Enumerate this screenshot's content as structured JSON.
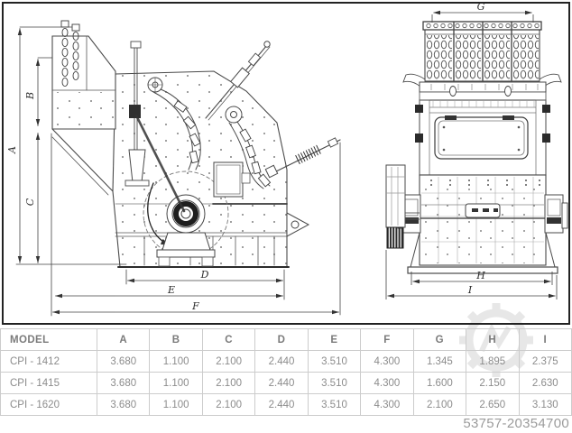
{
  "drawing": {
    "dims": {
      "A": "A",
      "B": "B",
      "C": "C",
      "D": "D",
      "E": "E",
      "F": "F",
      "G": "G",
      "H": "H",
      "I": "I"
    }
  },
  "table": {
    "columns": [
      "MODEL",
      "A",
      "B",
      "C",
      "D",
      "E",
      "F",
      "G",
      "H",
      "I"
    ],
    "rows": [
      [
        "CPI - 1412",
        "3.680",
        "1.100",
        "2.100",
        "2.440",
        "3.510",
        "4.300",
        "1.345",
        "1.895",
        "2.375"
      ],
      [
        "CPI - 1415",
        "3.680",
        "1.100",
        "2.100",
        "2.440",
        "3.510",
        "4.300",
        "1.600",
        "2.150",
        "2.630"
      ],
      [
        "CPI - 1620",
        "3.680",
        "1.100",
        "2.100",
        "2.440",
        "3.510",
        "4.300",
        "2.100",
        "2.650",
        "3.130"
      ]
    ]
  },
  "footer": {
    "id_number": "53757-20354700"
  },
  "colors": {
    "line": "#4a4a4a",
    "dark": "#2b2b2b",
    "table_border": "#cccccc",
    "table_text": "#8c8c8c",
    "watermark": "#e7e7e7"
  }
}
